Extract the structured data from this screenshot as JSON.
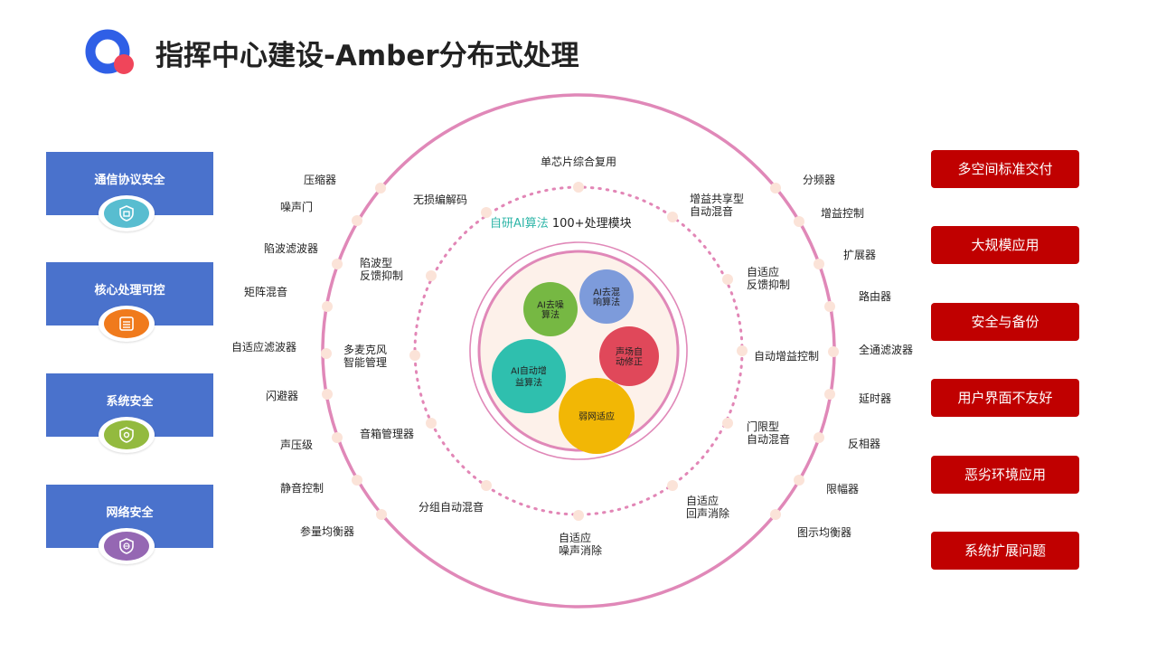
{
  "page": {
    "title": "指挥中心建设-Amber分布式处理"
  },
  "colors": {
    "logo_blue": "#2f5fe6",
    "logo_red": "#f0455a",
    "ring_pink": "#e088b8",
    "dot_pink": "#e286b6",
    "card_blue": "#4a72cc",
    "button_red": "#c00000",
    "node_peach": "#fbe3d8",
    "core_bg": "#fdf1ea"
  },
  "left_cards": [
    {
      "label": "通信协议安全",
      "icon": "shield-protocol-icon",
      "color": "#58bdd0"
    },
    {
      "label": "核心处理可控",
      "icon": "list-control-icon",
      "color": "#f07a1c"
    },
    {
      "label": "系统安全",
      "icon": "shield-gear-icon",
      "color": "#93ba3f"
    },
    {
      "label": "网络安全",
      "icon": "shield-globe-icon",
      "color": "#9567b3"
    }
  ],
  "right_buttons": [
    {
      "label": "多空间标准交付"
    },
    {
      "label": "大规模应用"
    },
    {
      "label": "安全与备份"
    },
    {
      "label": "用户界面不友好"
    },
    {
      "label": "恶劣环境应用"
    },
    {
      "label": "系统扩展问题"
    }
  ],
  "outer_ring": {
    "left_labels": [
      "压缩器",
      "噪声门",
      "陷波滤波器",
      "矩阵混音",
      "自适应滤波器",
      "闪避器",
      "声压级",
      "静音控制",
      "参量均衡器"
    ],
    "right_labels": [
      "分频器",
      "增益控制",
      "扩展器",
      "路由器",
      "全通滤波器",
      "延时器",
      "反相器",
      "限幅器",
      "图示均衡器"
    ]
  },
  "middle_ring": {
    "labels": [
      {
        "text": "单芯片综合复用"
      },
      {
        "text": "增益共享型\n自动混音"
      },
      {
        "text": "自适应\n反馈抑制"
      },
      {
        "text": "自动增益控制"
      },
      {
        "text": "门限型\n自动混音"
      },
      {
        "text": "自适应\n回声消除"
      },
      {
        "text": "自适应\n噪声消除"
      },
      {
        "text": "分组自动混音"
      },
      {
        "text": "音箱管理器"
      },
      {
        "text": "多麦克风\n智能管理"
      },
      {
        "text": "陷波型\n反馈抑制"
      },
      {
        "text": "无损编解码"
      }
    ]
  },
  "core": {
    "heading_highlight": "自研AI算法",
    "heading_rest": " 100+处理模块",
    "bubbles": [
      {
        "label": "AI去噪\n算法",
        "color": "#76b843"
      },
      {
        "label": "AI去混\n响算法",
        "color": "#7d9bdb"
      },
      {
        "label": "声场自\n动修正",
        "color": "#e0485a"
      },
      {
        "label": "AI自动增\n益算法",
        "color": "#2fbfae"
      },
      {
        "label": "弱网适应",
        "color": "#f2b705"
      }
    ]
  }
}
